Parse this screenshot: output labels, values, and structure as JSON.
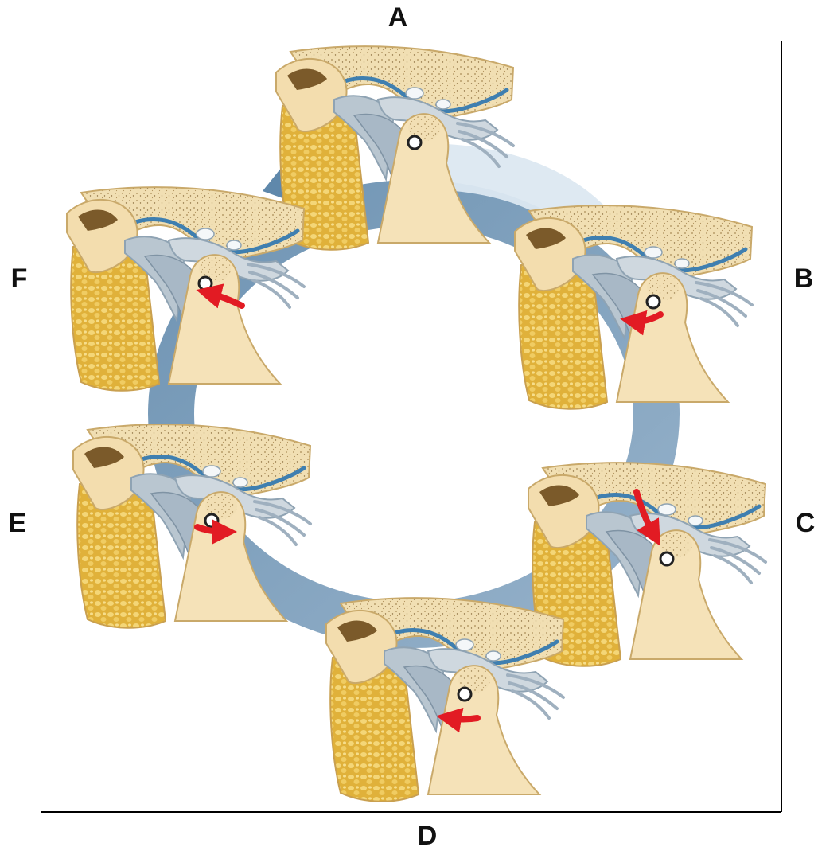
{
  "labels": {
    "a": "A",
    "b": "B",
    "c": "C",
    "d": "D",
    "e": "E",
    "f": "F"
  },
  "colors": {
    "bone": "#f5e2b8",
    "bone_outline": "#c9a96a",
    "cancellous": "#e8c980",
    "fat": "#e3b63a",
    "fat_light": "#f2d374",
    "disc": "#b9c6d0",
    "capsule": "#8fa3b3",
    "synovial": "#3f7fb0",
    "cycle_arrow": "#6f95b5",
    "motion_arrow": "#e21b23",
    "axis_line": "#000000"
  },
  "icons": {
    "joint_panel": "temporomandibular-joint-section-icon",
    "cycle": "circular-flow-arrow-icon",
    "motion": "red-curved-arrow-icon"
  }
}
